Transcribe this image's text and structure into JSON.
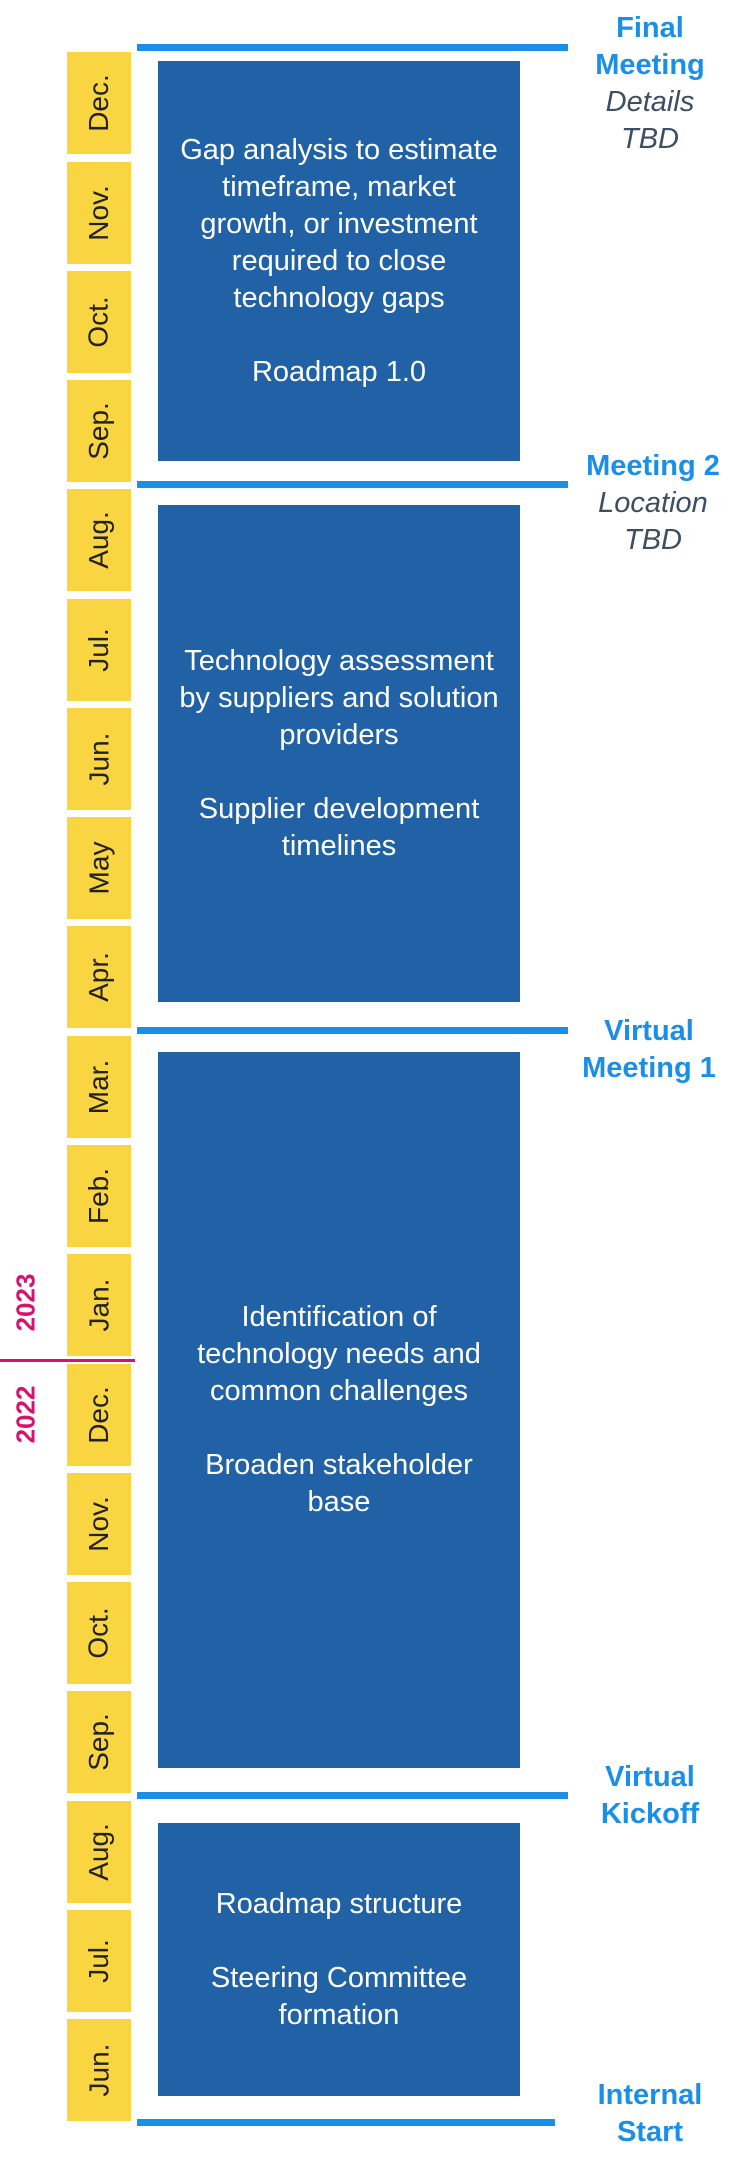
{
  "months": [
    "Dec.",
    "Nov.",
    "Oct.",
    "Sep.",
    "Aug.",
    "Jul.",
    "Jun.",
    "May",
    "Apr.",
    "Mar.",
    "Feb.",
    "Jan.",
    "Dec.",
    "Nov.",
    "Oct.",
    "Sep.",
    "Aug.",
    "Jul.",
    "Jun."
  ],
  "years": {
    "upper": "2023",
    "lower": "2022"
  },
  "phases": [
    {
      "paragraphs": [
        "Gap analysis to estimate timeframe, market growth, or investment required to close technology gaps",
        "Roadmap 1.0"
      ]
    },
    {
      "paragraphs": [
        "Technology assessment by suppliers and solution providers",
        "Supplier development timelines"
      ]
    },
    {
      "paragraphs": [
        "Identification of technology needs and common challenges",
        "Broaden stakeholder base"
      ]
    },
    {
      "paragraphs": [
        "Roadmap structure",
        "Steering Committee formation"
      ]
    }
  ],
  "milestones": [
    {
      "title_lines": [
        "Final",
        "Meeting"
      ],
      "detail_lines": [
        "Details",
        "TBD"
      ]
    },
    {
      "title_lines": [
        "Meeting 2"
      ],
      "detail_lines": [
        "Location",
        "TBD"
      ]
    },
    {
      "title_lines": [
        "Virtual",
        "Meeting 1"
      ],
      "detail_lines": []
    },
    {
      "title_lines": [
        "Virtual",
        "Kickoff"
      ],
      "detail_lines": []
    },
    {
      "title_lines": [
        "Internal",
        "Start"
      ],
      "detail_lines": []
    }
  ],
  "colors": {
    "month_fill": "#f9d542",
    "phase_fill": "#2161a5",
    "milestone_line": "#1a8fe8",
    "milestone_title": "#1a8fe8",
    "milestone_detail": "#3d4f63",
    "year_marker": "#d6136d"
  }
}
